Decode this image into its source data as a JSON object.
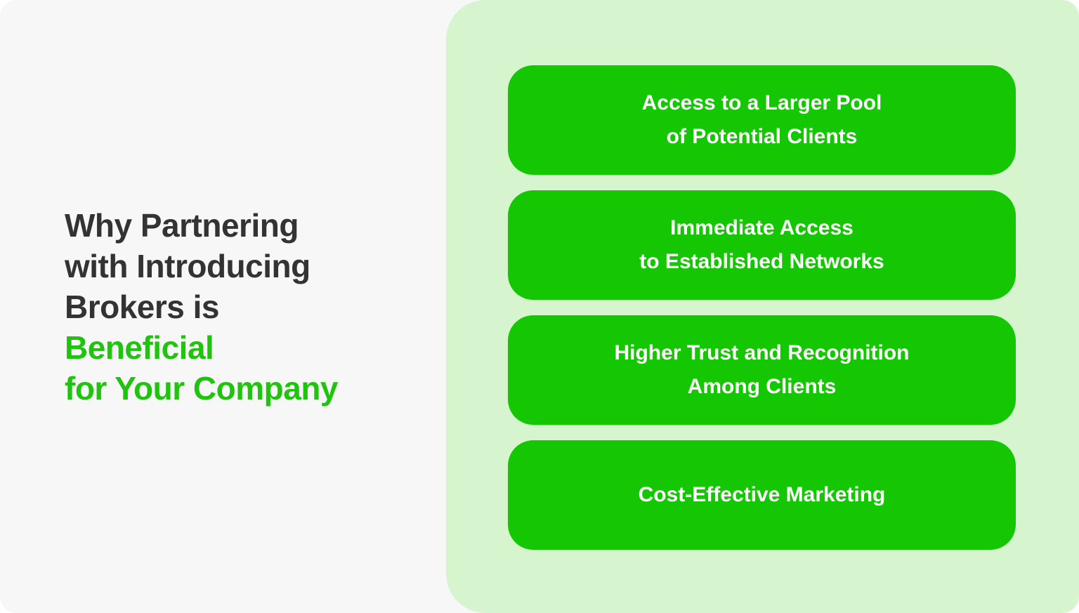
{
  "colors": {
    "page_bg": "#FFFFFF",
    "left_bg": "#F7F7F7",
    "panel_bg": "#D6F5CF",
    "card_green": "#15C702",
    "title_dark": "#333333",
    "title_green": "#20C40E",
    "card_text": "#FFFFFF"
  },
  "title": {
    "dark_lines": [
      "Why Partnering",
      "with Introducing",
      "Brokers is"
    ],
    "green_lines": [
      "Beneficial",
      "for Your Company"
    ]
  },
  "benefits": [
    {
      "lines": [
        "Access to a Larger Pool",
        "of Potential Clients"
      ]
    },
    {
      "lines": [
        "Immediate Access",
        "to Established Networks"
      ]
    },
    {
      "lines": [
        "Higher Trust and Recognition",
        "Among Clients"
      ]
    },
    {
      "lines": [
        "Cost-Effective Marketing"
      ]
    }
  ]
}
